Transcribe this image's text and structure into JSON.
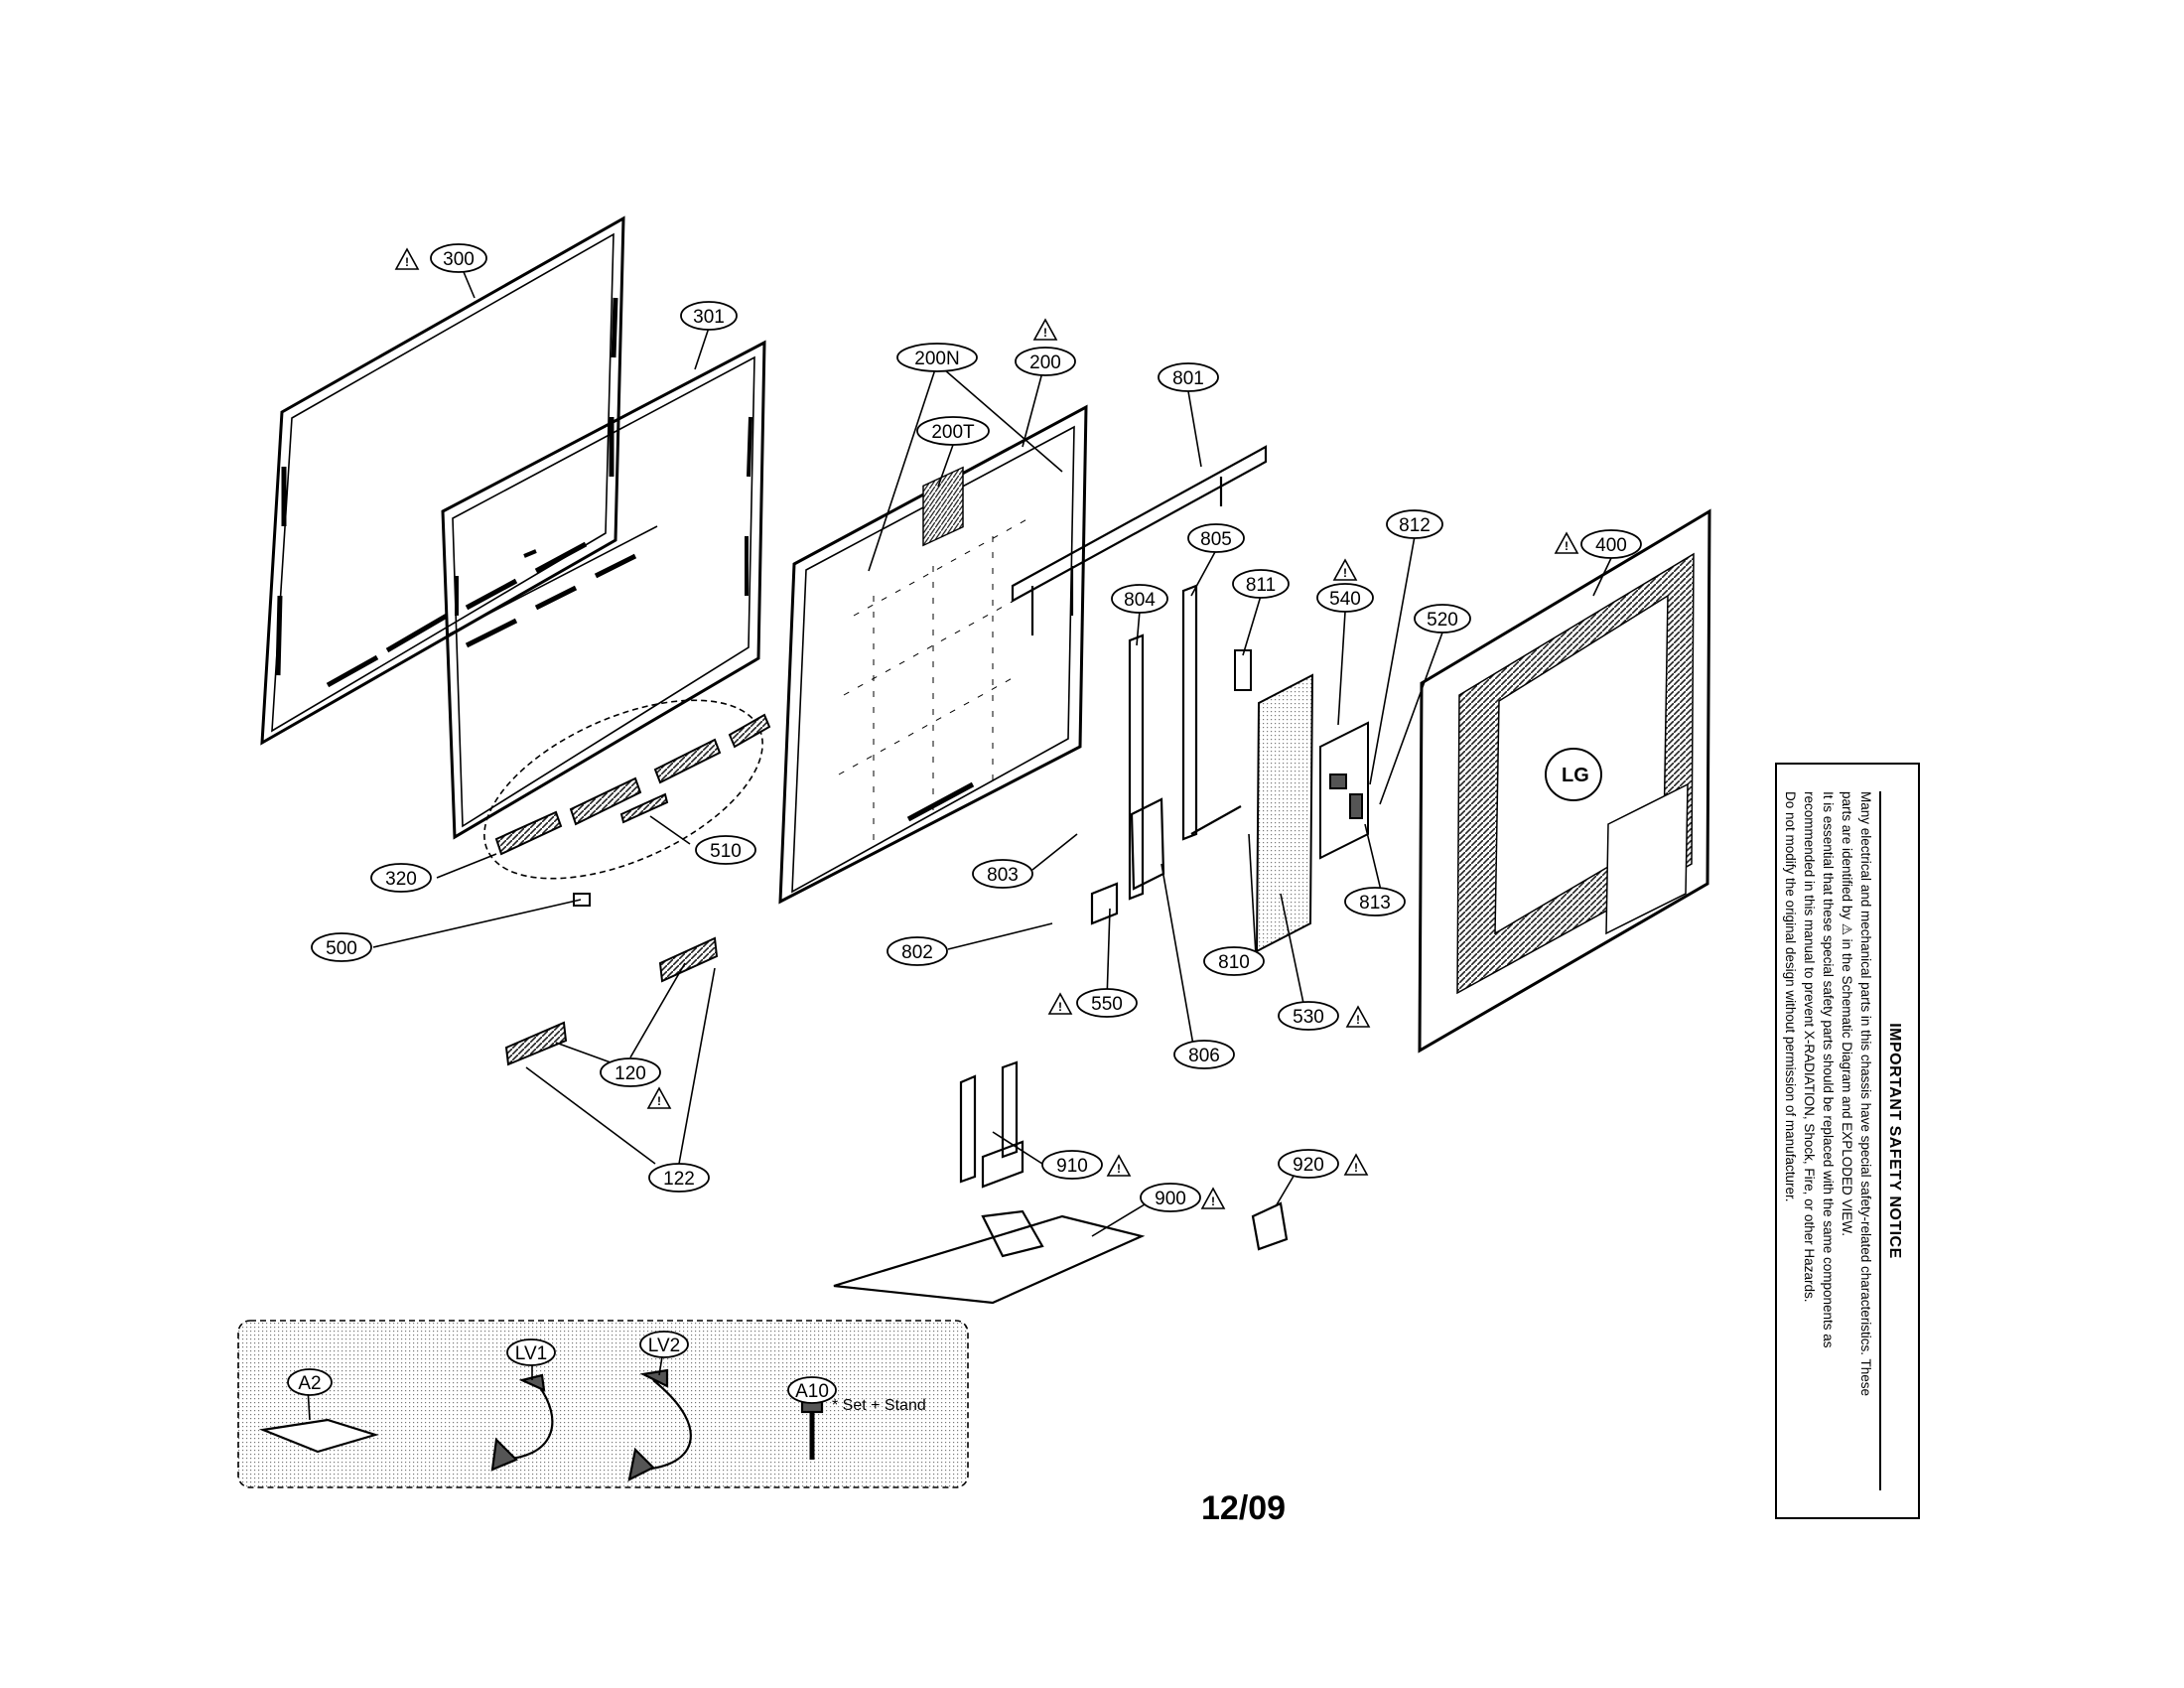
{
  "callouts": {
    "c300": "300",
    "c301": "301",
    "c200N": "200N",
    "c200": "200",
    "c200T": "200T",
    "c801": "801",
    "c805": "805",
    "c804": "804",
    "c811": "811",
    "c540": "540",
    "c812": "812",
    "c520": "520",
    "c400": "400",
    "c320": "320",
    "c510": "510",
    "c500": "500",
    "c803": "803",
    "c802": "802",
    "c550": "550",
    "c810": "810",
    "c530": "530",
    "c806": "806",
    "c813": "813",
    "c120": "120",
    "c122": "122",
    "c910": "910",
    "c900": "900",
    "c920": "920",
    "cA2": "A2",
    "cLV1": "LV1",
    "cLV2": "LV2",
    "cA10": "A10"
  },
  "accessory_note": "* Set + Stand",
  "logo_text": "LG",
  "page_number": "12/09",
  "safety_notice": {
    "title": "IMPORTANT SAFETY NOTICE",
    "lines": [
      "Many electrical and mechanical parts in this chassis have special safety-related characteristics. These",
      "parts are identified by ⚠ in the Schematic Diagram and EXPLODED VIEW.",
      "It is essential that these special safety parts should be replaced with the same components as",
      "recommended in this manual to prevent X-RADIATION, Shock, Fire, or other Hazards.",
      "Do not modify the original design without permission of manufacturer."
    ]
  },
  "warning_icon": "warning-triangle-icon"
}
